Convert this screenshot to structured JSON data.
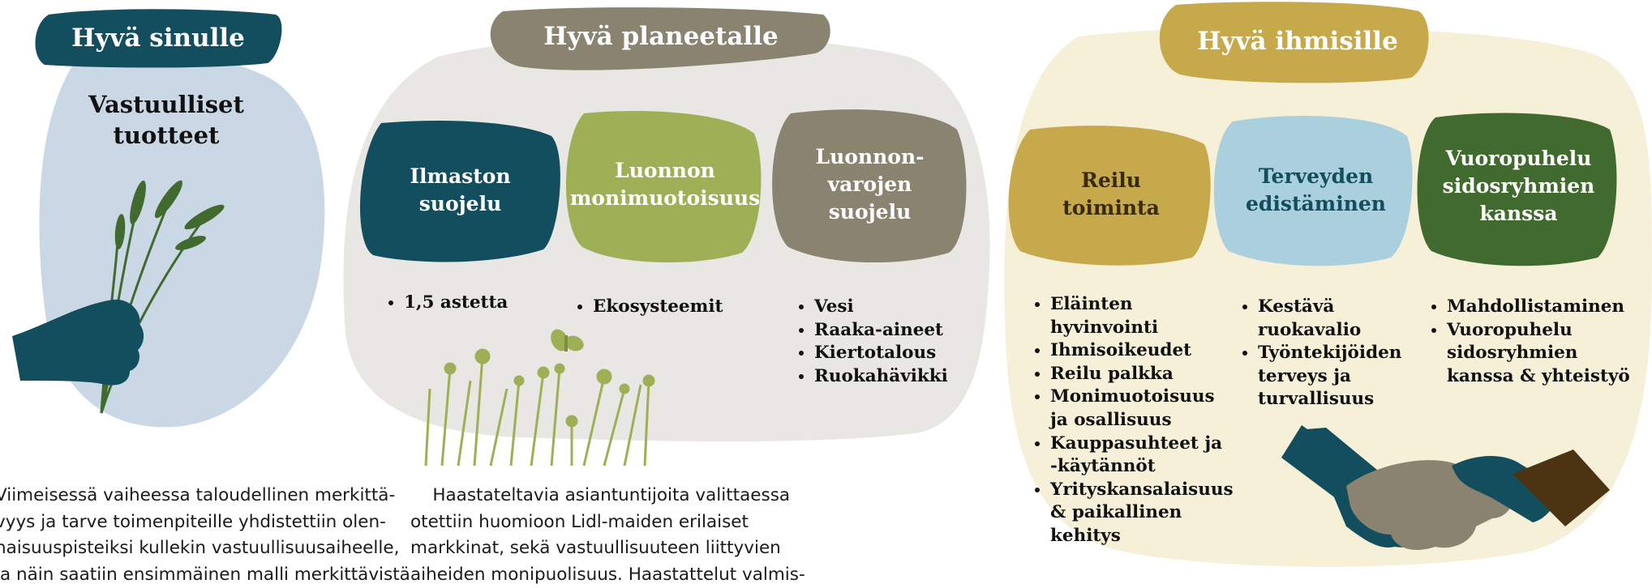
{
  "colors": {
    "dark_teal": "#134e5e",
    "light_blue": "#c9d8e4",
    "taupe": "#8a8370",
    "light_grey": "#e8e7e3",
    "olive_green": "#9faf55",
    "mustard": "#c6a94a",
    "cream": "#f7f0d9",
    "sky": "#a9d0dc",
    "dark_green": "#416a2e",
    "brown": "#4c3312"
  },
  "sections": {
    "you": {
      "tag": "Hyvä sinulle",
      "subtitle": "Vastuulliset\ntuotteet"
    },
    "planet": {
      "tag": "Hyvä planeetalle",
      "cards": [
        {
          "label": "Ilmaston\nsuojelu",
          "bullets": [
            "1,5 astetta"
          ]
        },
        {
          "label": "Luonnon\nmonimuotoisuus",
          "bullets": [
            "Ekosysteemit"
          ]
        },
        {
          "label": "Luonnon-\nvarojen\nsuojelu",
          "bullets": [
            "Vesi",
            "Raaka-aineet",
            "Kiertotalous",
            "Ruokahävikki"
          ]
        }
      ]
    },
    "people": {
      "tag": "Hyvä ihmisille",
      "cards": [
        {
          "label": "Reilu\ntoiminta",
          "bullets": [
            "Eläinten\nhyvinvointi",
            "Ihmisoikeudet",
            "Reilu palkka",
            "Monimuotoisuus\nja osallisuus",
            "Kauppasuhteet ja\n-käytännöt",
            "Yrityskansalaisuus\n& paikallinen\nkehitys"
          ]
        },
        {
          "label": "Terveyden\nedistäminen",
          "bullets": [
            "Kestävä\nruokavalio",
            "Työntekijöiden\nterveys ja\nturvallisuus"
          ]
        },
        {
          "label": "Vuoropuhelu\nsidosryhmien\nkanssa",
          "bullets": [
            "Mahdollistaminen",
            "Vuoropuhelu\nsidosryhmien\nkanssa & yhteistyö"
          ]
        }
      ]
    }
  },
  "text": {
    "left": "Viimeisessä vaiheessa taloudellinen merkittä-\nvyys ja tarve toimenpiteille yhdistettiin olen-\nnaisuuspisteiksi kullekin vastuullisuusaiheelle,\nja näin saatiin ensimmäinen malli merkittävistä",
    "middle": "    Haastateltavia asiantuntijoita valittaessa\notettiin huomioon Lidl-maiden erilaiset\nmarkkinat, sekä vastuullisuuteen liittyvien\naiheiden monipuolisuus. Haastattelut valmis-"
  },
  "icons": [
    "wheat-bundle-icon",
    "hand-icon",
    "wildflowers-icon",
    "butterfly-icon",
    "handshake-icon"
  ]
}
